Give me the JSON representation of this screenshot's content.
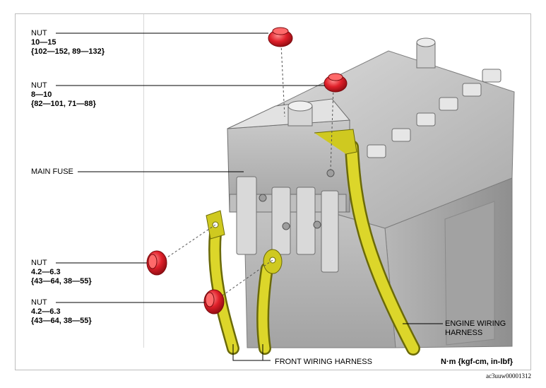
{
  "callouts": {
    "nut_top": {
      "name": "NUT",
      "torque": "10—15",
      "alt": "{102—152, 89—132}"
    },
    "nut_second": {
      "name": "NUT",
      "torque": "8—10",
      "alt": "{82—101, 71—88}"
    },
    "main_fuse": {
      "name": "MAIN FUSE"
    },
    "nut_lower1": {
      "name": "NUT",
      "torque": "4.2—6.3",
      "alt": "{43—64, 38—55}"
    },
    "nut_lower2": {
      "name": "NUT",
      "torque": "4.2—6.3",
      "alt": "{43—64, 38—55}"
    },
    "engine_harness": {
      "line1": "ENGINE WIRING",
      "line2": "HARNESS"
    },
    "front_harness": {
      "name": "FRONT WIRING HARNESS"
    }
  },
  "units": "N·m {kgf-cm, in-lbf}",
  "reference": "ac3uuw00001312",
  "colors": {
    "nut": "#e0202a",
    "harness": "#d8d21a",
    "battery": "#b9b9b9",
    "fuse": "#d4d4d4"
  }
}
